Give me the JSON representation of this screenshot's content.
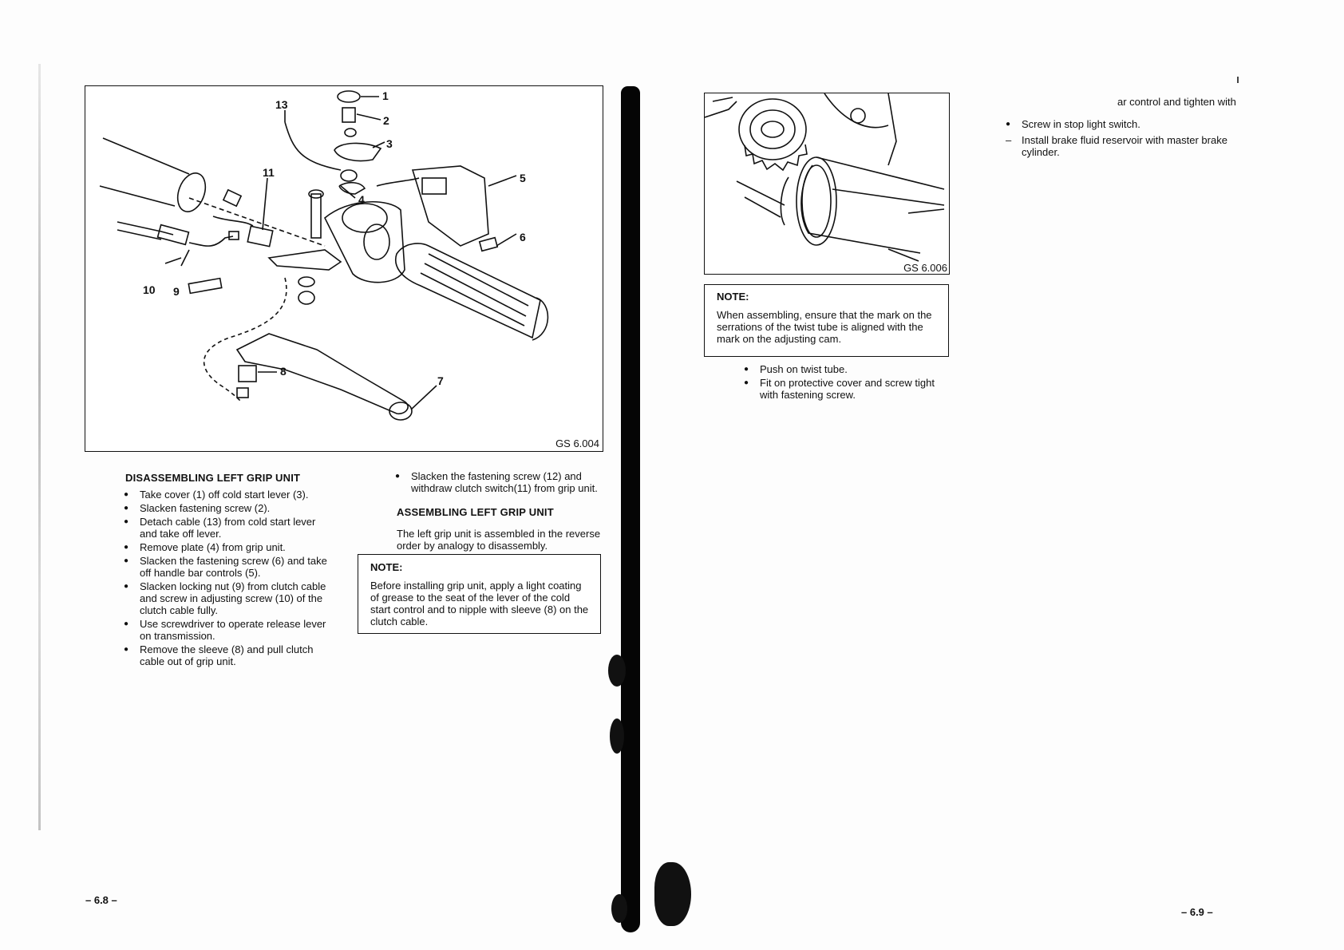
{
  "left_page": {
    "figure_label": "GS 6.004",
    "callouts": [
      "1",
      "2",
      "3",
      "4",
      "5",
      "6",
      "7",
      "8",
      "9",
      "10",
      "11",
      "13"
    ],
    "heading1": "DISASSEMBLING LEFT GRIP UNIT",
    "steps": [
      "Take cover (1) off cold start lever (3).",
      "Slacken fastening screw (2).",
      "Detach cable (13) from cold start lever and take off lever.",
      "Remove plate (4) from grip unit.",
      "Slacken the fastening screw (6) and take off handle bar controls (5).",
      "Slacken locking nut (9) from clutch cable and screw in adjusting screw (10) of the clutch cable fully.",
      "Use screwdriver to operate release lever on transmission.",
      "Remove the sleeve (8) and pull clutch cable out of grip unit."
    ],
    "step2": "Slacken the fastening screw (12) and withdraw clutch switch(11) from grip unit.",
    "heading2": "ASSEMBLING LEFT GRIP UNIT",
    "assembly_text": "The left grip unit is assembled in the reverse order by analogy to disassembly.",
    "note_title": "NOTE:",
    "note_text": "Before installing grip unit, apply a light coating of grease to the seat of the lever of the cold start control and to nipple with sleeve (8) on the clutch cable.",
    "page_number": "– 6.8 –"
  },
  "right_page": {
    "figure_label": "GS 6.006",
    "note_title": "NOTE:",
    "note_text": "When assembling, ensure that the mark on the serrations of the twist tube is aligned with the mark on the adjusting cam.",
    "steps": [
      "Push on twist tube.",
      "Fit on protective cover and screw tight with fastening screw."
    ],
    "top_fragment": "ar control and tighten with",
    "top_steps": [
      "Screw in stop light switch."
    ],
    "top_dash": [
      "Install brake fluid reservoir with master brake cylinder."
    ],
    "page_number": "– 6.9 –"
  }
}
